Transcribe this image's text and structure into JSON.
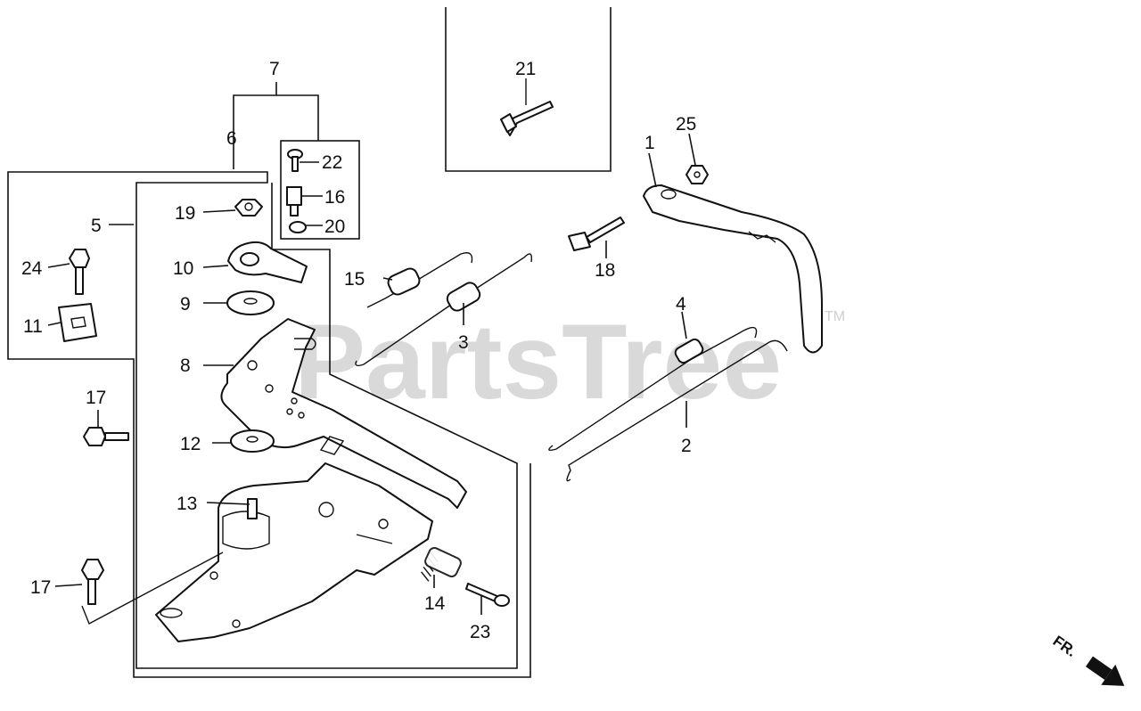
{
  "watermark": {
    "text": "PartsTree",
    "trademark": "TM"
  },
  "callouts": {
    "c1": "1",
    "c2": "2",
    "c3": "3",
    "c4": "4",
    "c5": "5",
    "c6": "6",
    "c7": "7",
    "c8": "8",
    "c9": "9",
    "c10": "10",
    "c11": "11",
    "c12": "12",
    "c13": "13",
    "c14": "14",
    "c15": "15",
    "c16": "16",
    "c17a": "17",
    "c17b": "17",
    "c18": "18",
    "c19": "19",
    "c20": "20",
    "c21": "21",
    "c22": "22",
    "c23": "23",
    "c24": "24",
    "c25": "25"
  },
  "direction_indicator": {
    "text": "FR."
  }
}
